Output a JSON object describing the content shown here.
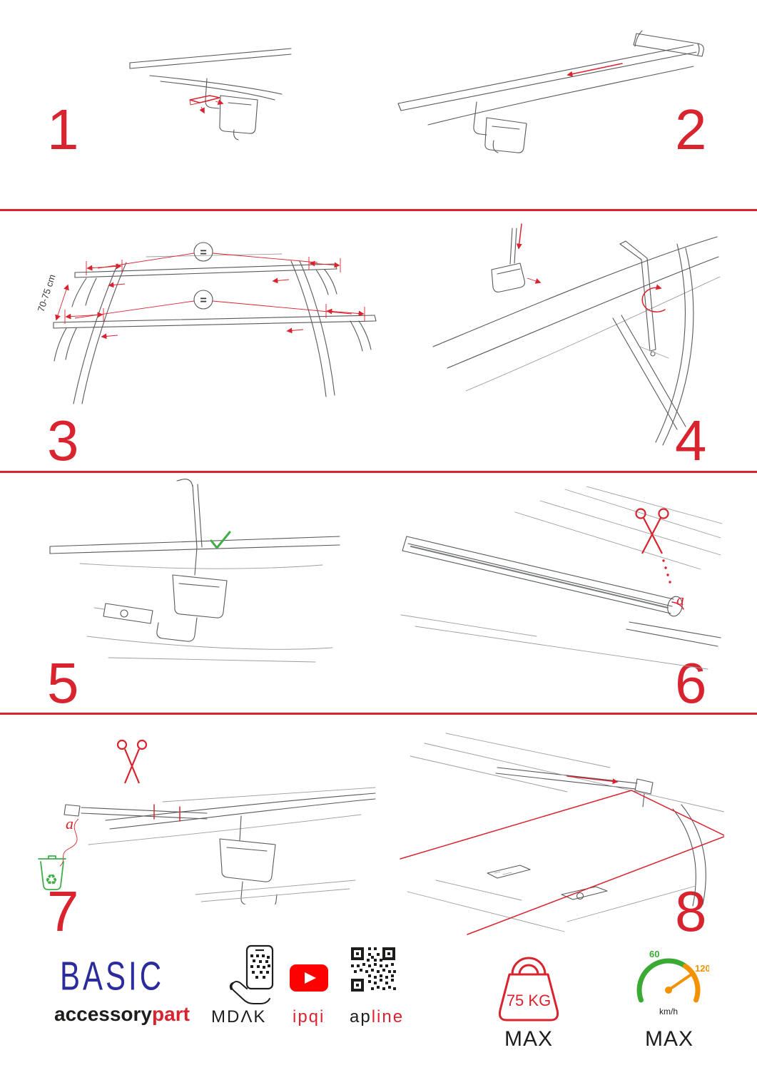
{
  "steps": {
    "s1": {
      "number": "1"
    },
    "s2": {
      "number": "2"
    },
    "s3": {
      "number": "3",
      "equal": "=",
      "dim_label": "70-75 cm"
    },
    "s4": {
      "number": "4"
    },
    "s5": {
      "number": "5"
    },
    "s6": {
      "number": "6",
      "label_a": "a"
    },
    "s7": {
      "number": "7",
      "label_a": "a"
    },
    "s8": {
      "number": "8"
    }
  },
  "icons": {
    "recycle": "♻"
  },
  "footer": {
    "brand": "BASIC",
    "brand_sub_left": "accessory",
    "brand_sub_right": "part",
    "logo_mdak": "MDΛK",
    "logo_ipqi": "ipqi",
    "logo_ap": "ap",
    "logo_line": "line",
    "weight": "75 KG",
    "weight_max": "MAX",
    "speed_low": "60",
    "speed_high": "120",
    "speed_unit": "km/h",
    "speed_max": "MAX"
  },
  "colors": {
    "accent_red": "#d9232e",
    "brand_blue": "#2b2b9c",
    "green": "#3fae49",
    "orange": "#f39200",
    "youtube_red": "#ff0000",
    "ink": "#1d1d1b",
    "line_gray": "#56585c"
  }
}
